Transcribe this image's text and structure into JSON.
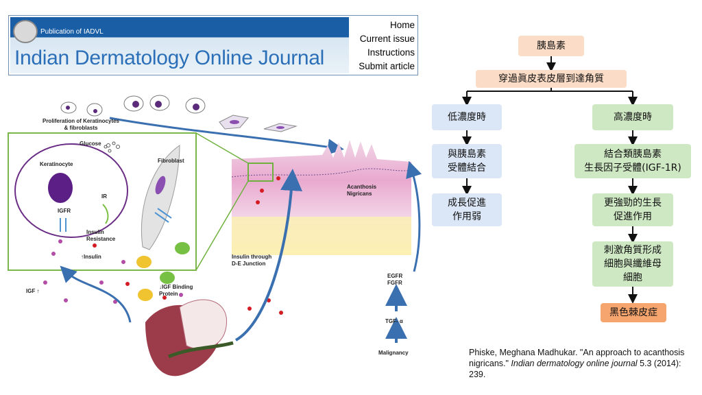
{
  "header": {
    "publication": "Publication of IADVL",
    "title": "Indian Dermatology Online Journal",
    "nav": [
      "Home",
      "Current issue",
      "Instructions",
      "Submit article"
    ]
  },
  "illustration": {
    "proliferation": "Proliferation of Keratinocytes & fibroblasts",
    "glucose": "Glucose",
    "keratinocyte": "Keratinocyte",
    "fibroblast": "Fibroblast",
    "ir": "IR",
    "igfr": "IGFR",
    "insulin_resistance": "Insulin Resistance",
    "insulin_up": "↑Insulin",
    "igf_up": "IGF ↑",
    "igf_binding": "↓IGF Binding Protein",
    "acanthosis": "Acanthosis Nigricans",
    "insulin_through": "Insulin through D-E Junction",
    "egfr": "EGFR",
    "fgfr": "FGFR",
    "tgf": "TGF- α",
    "malignancy": "Malignancy"
  },
  "flowchart": {
    "top": "胰島素",
    "second": "穿過眞皮表皮層到達角質",
    "low_title": "低濃度時",
    "low_1": "與胰島素\n受體結合",
    "low_2": "成長促進\n作用弱",
    "high_title": "高濃度時",
    "high_1": "結合類胰島素\n生長因子受體(IGF-1R)",
    "high_2": "更強勁的生長\n促進作用",
    "high_3": "刺激角質形成\n細胞與纖維母\n細胞",
    "result": "黑色棘皮症"
  },
  "citation": {
    "authors": "Phiske, Meghana Madhukar.",
    "title": "\"An approach to acanthosis nigricans.\"",
    "journal": "Indian dermatology online journal",
    "volume": "5.3 (2014): 239."
  },
  "colors": {
    "header_blue": "#1a5ea6",
    "box_peach": "#fbdcc6",
    "box_blue": "#dbe6f6",
    "box_green": "#cfe8c4",
    "box_orange": "#f6a56e",
    "inset_border": "#7ab648"
  }
}
